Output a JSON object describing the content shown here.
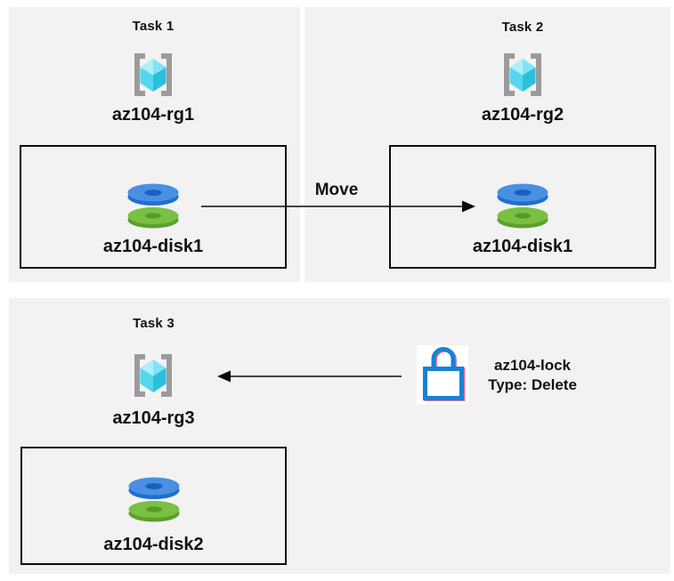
{
  "colors": {
    "panel_bg": "#f2f2f2",
    "box_border": "#0a0a0a",
    "text": "#111111",
    "bracket_gray": "#9b9b9b",
    "cube_face_light": "#aeeffa",
    "cube_face_mid": "#7fe3f5",
    "cube_face_dark1": "#55d7ee",
    "cube_face_dark2": "#2ac0dc",
    "disk_blue_top": "#4a90e2",
    "disk_blue_side": "#1e6fd0",
    "disk_blue_hole": "#1b5fc0",
    "disk_green_top": "#79c043",
    "disk_green_side": "#5d9f2d",
    "disk_green_hole": "#569b28",
    "lock_blue": "#1583d6",
    "lock_pink": "#e8679e"
  },
  "tasks": [
    {
      "title": "Task 1",
      "resource_group": "az104-rg1",
      "disk": "az104-disk1"
    },
    {
      "title": "Task 2",
      "resource_group": "az104-rg2",
      "disk": "az104-disk1"
    },
    {
      "title": "Task 3",
      "resource_group": "az104-rg3",
      "disk": "az104-disk2"
    }
  ],
  "move_arrow": {
    "label": "Move"
  },
  "lock": {
    "name": "az104-lock",
    "type": "Type: Delete"
  },
  "icons": {
    "resource_group": "resource-group-icon",
    "disk": "disk-icon",
    "lock": "lock-icon",
    "move_arrow": "arrow-right-icon",
    "lock_arrow": "arrow-left-icon"
  }
}
